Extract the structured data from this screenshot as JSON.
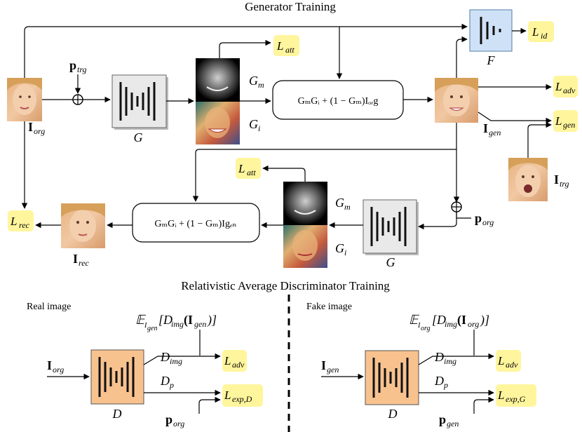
{
  "titles": {
    "generator": "Generator Training",
    "discriminator": "Relativistic Average Discriminator Training",
    "real": "Real image",
    "fake": "Fake image"
  },
  "symbols": {
    "G": "G",
    "F": "F",
    "D": "D",
    "Gm": "G",
    "Gm_sub": "m",
    "Gi": "G",
    "Gi_sub": "i",
    "Dimg": "D",
    "Dimg_sub": "img",
    "Dp": "D",
    "Dp_sub": "p",
    "L": "L"
  },
  "inputs": {
    "I": "I",
    "p": "p",
    "org": "org",
    "trg": "trg",
    "gen": "gen",
    "rec": "rec"
  },
  "losses": {
    "att": "att",
    "id": "id",
    "adv": "adv",
    "gen": "gen",
    "rec": "rec",
    "expD": "exp,D",
    "expG": "exp,G"
  },
  "equations": {
    "top": "GₘGᵢ + (1 − Gₘ)Iₒᵣg",
    "bottom": "GₘGᵢ + (1 − Gₘ)Igₑₙ"
  },
  "expectations": {
    "E": "𝔼",
    "real_inner": "[D",
    "real_sub": "img",
    "real_arg": "(I",
    "real_arg_sub": "gen",
    "close": ")]",
    "E_sub_real": "I",
    "E_sub_real_sub": "gen",
    "E_sub_fake_sub": "org",
    "fake_arg_sub": "org"
  },
  "colors": {
    "loss_fill": "#fff59d",
    "F_fill": "#cfe1f6",
    "F_stroke": "#6b8fb8",
    "G_fill": "#e9e9e9",
    "D_fill": "#f8c28f"
  }
}
